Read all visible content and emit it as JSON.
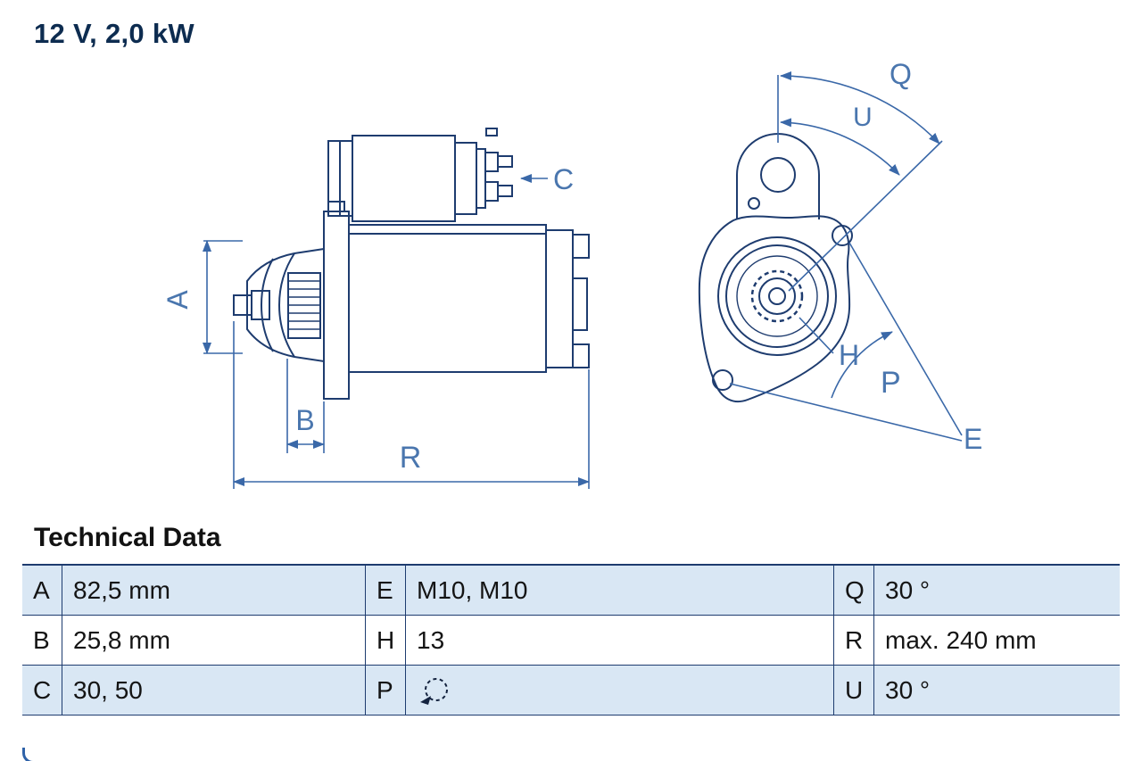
{
  "title": "12 V, 2,0 kW",
  "diagram": {
    "labels": {
      "A": "A",
      "B": "B",
      "C": "C",
      "E": "E",
      "H": "H",
      "P": "P",
      "Q": "Q",
      "R": "R",
      "U": "U"
    }
  },
  "technical_data": {
    "heading": "Technical Data",
    "rows": [
      {
        "cells": [
          {
            "key": "A",
            "value": "82,5 mm"
          },
          {
            "key": "E",
            "value": "M10, M10"
          },
          {
            "key": "Q",
            "value": "30 °"
          }
        ]
      },
      {
        "cells": [
          {
            "key": "B",
            "value": "25,8 mm"
          },
          {
            "key": "H",
            "value": "13"
          },
          {
            "key": "R",
            "value": "max. 240 mm"
          }
        ]
      },
      {
        "cells": [
          {
            "key": "C",
            "value": "30, 50"
          },
          {
            "key": "P",
            "icon": "rotation-direction"
          },
          {
            "key": "U",
            "value": "30 °"
          }
        ]
      }
    ]
  },
  "colors": {
    "drawing_line": "#1e3c6f",
    "dimension_line": "#3a68a8",
    "dimension_label": "#4a76ae",
    "table_border": "#1e3c6f",
    "table_row_highlight": "#d9e7f4"
  }
}
